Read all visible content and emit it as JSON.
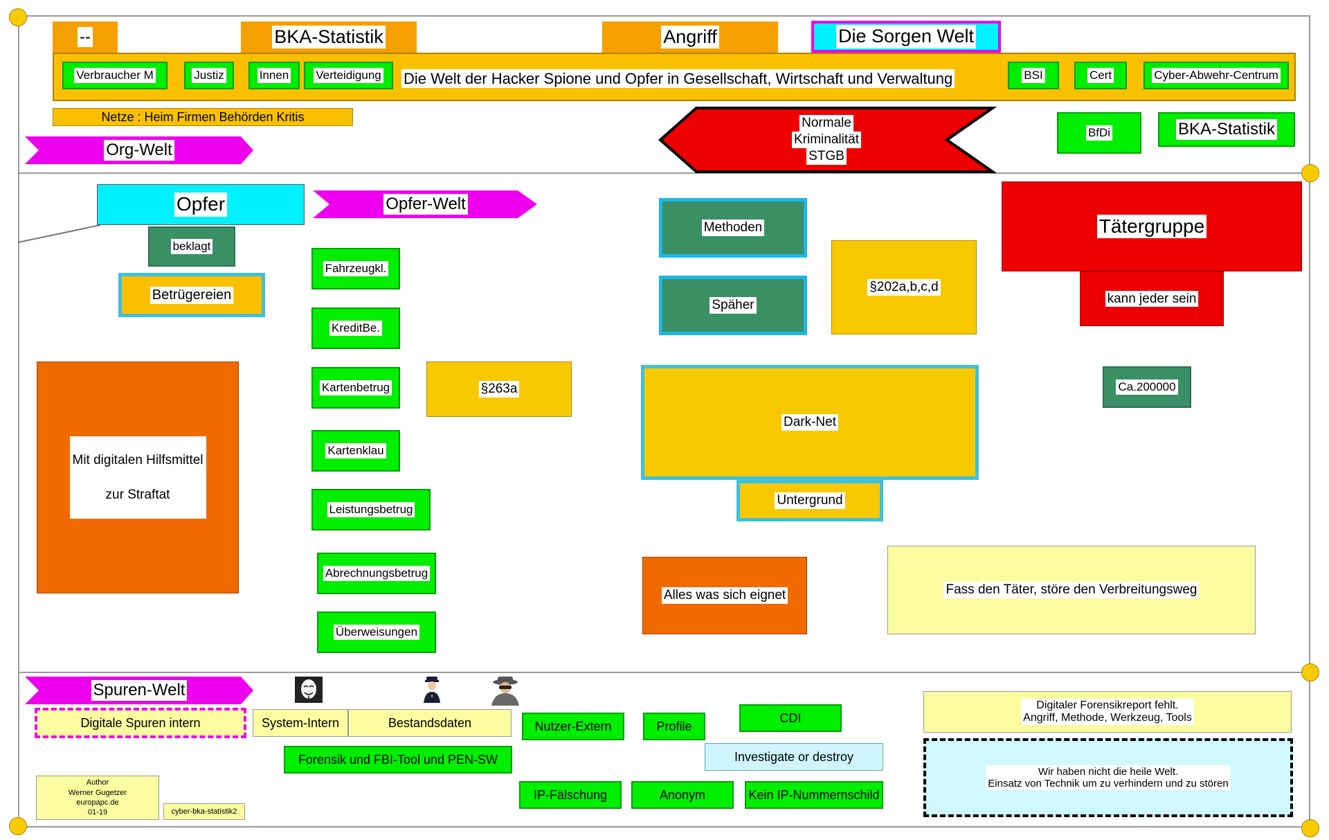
{
  "top": {
    "dash_label": "--",
    "bka_label": "BKA-Statistik",
    "angriff_label": "Angriff",
    "sorgen_label": "Die Sorgen Welt",
    "banner_title": "Die Welt der Hacker Spione und Opfer in Gesellschaft, Wirtschaft und Verwaltung",
    "left_tags": [
      "Verbraucher M",
      "Justiz",
      "Innen",
      "Verteidigung"
    ],
    "right_tags": [
      "BSI",
      "Cert",
      "Cyber-Abwehr-Centrum"
    ],
    "netze_label": "Netze : Heim Firmen Behörden Kritis",
    "org_welt": "Org-Welt",
    "normale_line1": "Normale",
    "normale_line2": "Kriminalität",
    "normale_line3": "STGB",
    "bfdi": "BfDi",
    "bka2": "BKA-Statistik"
  },
  "middle": {
    "opfer": "Opfer",
    "beklagt": "beklagt",
    "betruegereien": "Betrügereien",
    "mit_line1": "Mit digitalen  Hilfsmittel",
    "mit_line2": "zur  Straftat",
    "opfer_welt": "Opfer-Welt",
    "items": [
      "Fahrzeugkl.",
      "KreditBe.",
      "Kartenbetrug",
      "Kartenklau",
      "Leistungsbetrug",
      "Abrechnungsbetrug",
      "Überweisungen"
    ],
    "p263": "§263a",
    "methoden": "Methoden",
    "spaeher": "Späher",
    "p202": "§202a,b,c,d",
    "darknet": "Dark-Net",
    "untergrund": "Untergrund",
    "alles": "Alles was sich eignet",
    "taetergruppe": "Tätergruppe",
    "kann_jeder": "kann jeder sein",
    "ca": "Ca.200000",
    "fass": "Fass den Täter, störe den Verbreitungsweg"
  },
  "bottom": {
    "spuren_welt": "Spuren-Welt",
    "digitale_spuren": "Digitale Spuren intern",
    "system_intern": "System-Intern",
    "bestandsdaten": "Bestandsdaten",
    "forensik": "Forensik und FBI-Tool und PEN-SW",
    "nutzer_extern": "Nutzer-Extern",
    "profile": "Profile",
    "cdi": "CDI",
    "investigate": "Investigate or destroy",
    "ip_faelschung": "IP-Fälschung",
    "anonym": "Anonym",
    "kein_ip": "Kein IP-Nummernschild",
    "report_line1": "Digitaler Forensikreport fehlt.",
    "report_line2": "Angriff, Methode, Werkzeug, Tools",
    "heile_line1": "Wir haben nicht die heile Welt.",
    "heile_line2": "Einsatz von Technik um zu verhindern und zu stören",
    "author_line1": "Author",
    "author_line2": "Werner Gugetzer",
    "author_line3": "europapc.de",
    "author_line4": "01-19",
    "file_tag": "cyber-bka-statistik2",
    "icons": [
      "anonymous-mask-icon",
      "police-officer-icon",
      "spy-icon"
    ]
  },
  "colors": {
    "green": "#00ee00",
    "dark_green": "#3a8f65",
    "orange": "#f5a000",
    "yellow": "#f8c800",
    "light_yellow": "#fcfca0",
    "red": "#ee0000",
    "dark_orange": "#f06a00",
    "cyan": "#00f0ff",
    "magenta": "#ee00ee"
  }
}
